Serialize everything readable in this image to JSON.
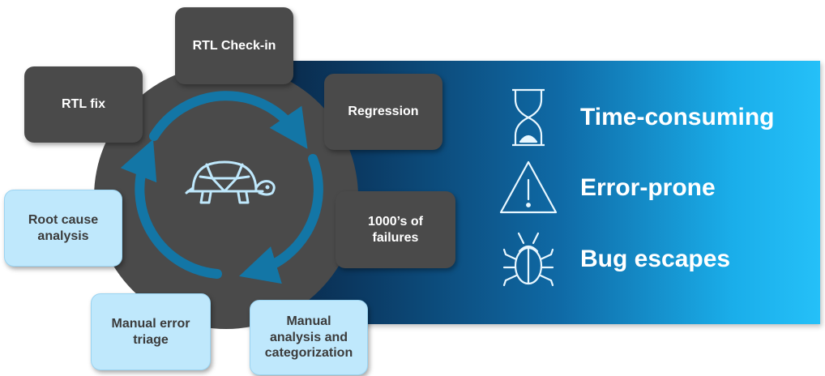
{
  "cycle": {
    "steps": [
      {
        "label": "RTL Check-in",
        "style": "dark"
      },
      {
        "label": "Regression",
        "style": "dark"
      },
      {
        "label": "1000’s of\nfailures",
        "style": "dark"
      },
      {
        "label": "Manual\nanalysis and\ncategorization",
        "style": "light"
      },
      {
        "label": "Manual error\ntriage",
        "style": "light"
      },
      {
        "label": "Root cause\nanalysis",
        "style": "light"
      },
      {
        "label": "RTL fix",
        "style": "dark"
      }
    ],
    "center_icon": "turtle-icon"
  },
  "problems": [
    {
      "label": "Time-consuming",
      "icon": "hourglass-icon"
    },
    {
      "label": "Error-prone",
      "icon": "warning-triangle-icon"
    },
    {
      "label": "Bug escapes",
      "icon": "bug-icon"
    }
  ],
  "colors": {
    "dark_box": "#4a4a4a",
    "light_box": "#bfe8fc",
    "arrow": "#1376a6",
    "icon_light": "#bfe8fc",
    "banner_start": "#0a2340",
    "banner_end": "#25c0f8"
  }
}
